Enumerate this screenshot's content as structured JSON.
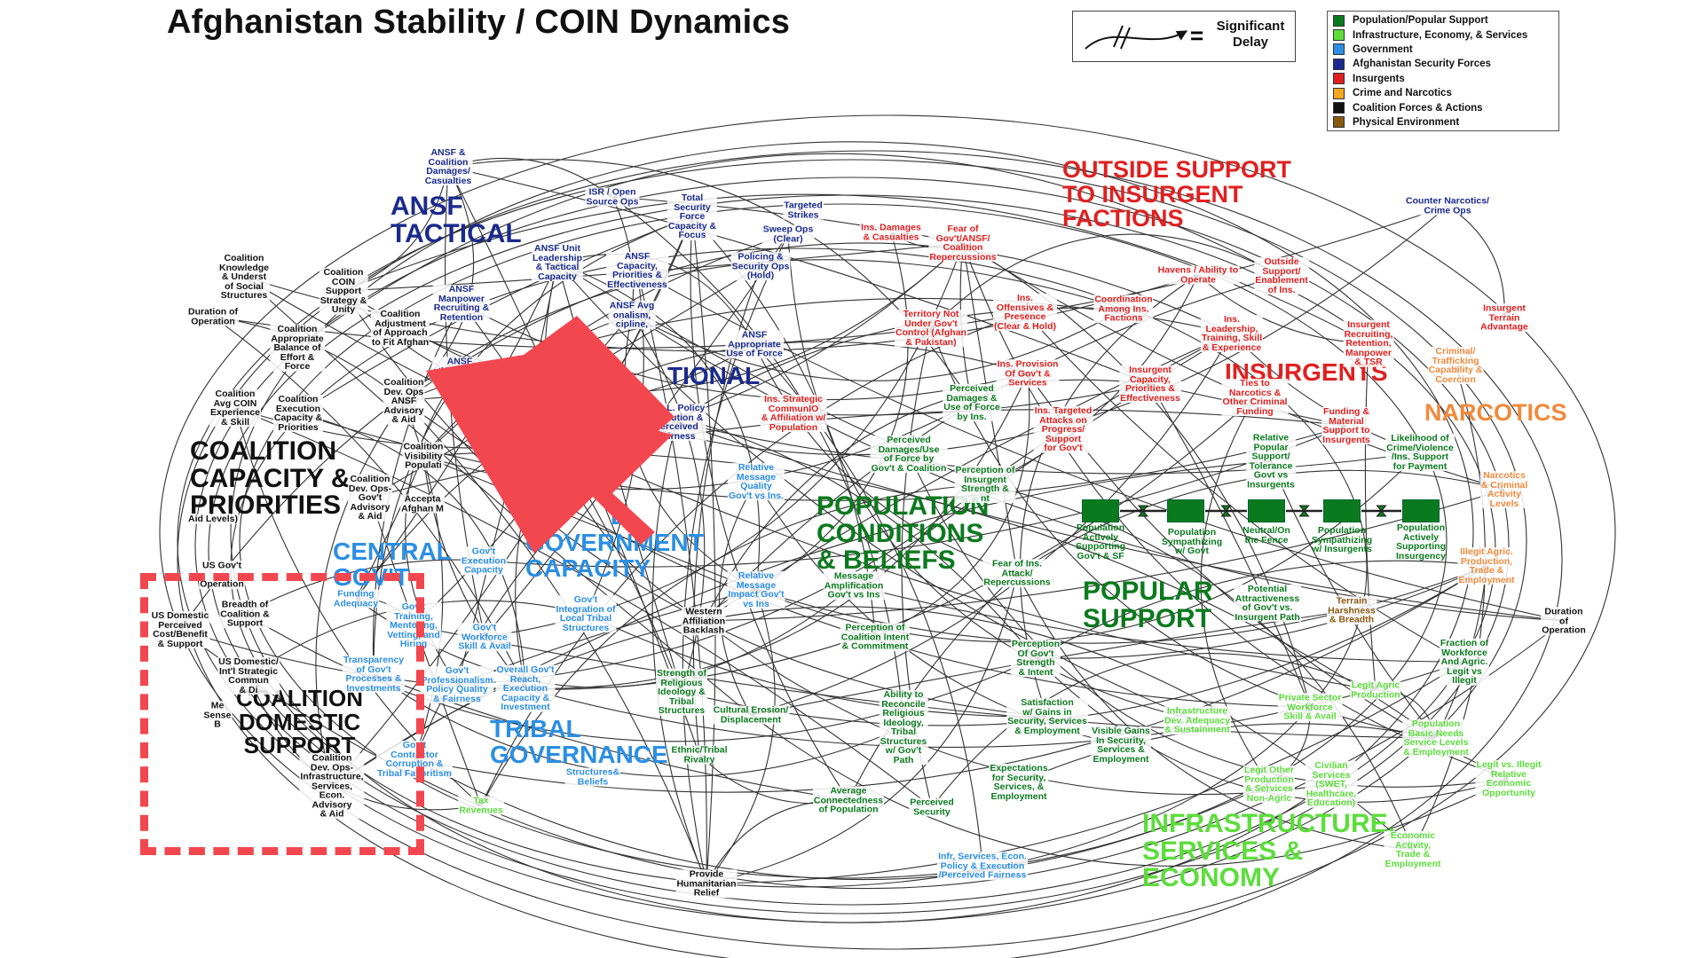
{
  "title": "Afghanistan Stability / COIN Dynamics",
  "delay_legend": {
    "equals": "=",
    "label_line1": "Significant",
    "label_line2": "Delay"
  },
  "legend": [
    {
      "label": "Population/Popular Support",
      "color": "#0b7a1e"
    },
    {
      "label": "Infrastructure, Economy, & Services",
      "color": "#5cdd3c"
    },
    {
      "label": "Government",
      "color": "#2b8fe3"
    },
    {
      "label": "Afghanistan Security Forces",
      "color": "#1a2a8c"
    },
    {
      "label": "Insurgents",
      "color": "#e02020"
    },
    {
      "label": "Crime and Narcotics",
      "color": "#f5a623"
    },
    {
      "label": "Coalition Forces & Actions",
      "color": "#111111"
    },
    {
      "label": "Physical Environment",
      "color": "#8a5a12"
    }
  ],
  "colors": {
    "population": "#0b7a1e",
    "infrastructure": "#5cdd3c",
    "government": "#2b8fe3",
    "ansf": "#1a2a8c",
    "insurgents": "#e02020",
    "narcotics": "#f08a3c",
    "coalition": "#111111",
    "environment": "#8a5a12",
    "highlight": "#f2474f"
  },
  "sections": {
    "ansf_tactical": "ANSF\nTACTICAL",
    "ansf_institutional": "TIONAL",
    "outside_support": "OUTSIDE SUPPORT\nTO INSURGENT\nFACTIONS",
    "insurgents": "INSURGENTS",
    "narcotics": "NARCOTICS",
    "coalition_capacity": "COALITION\nCAPACITY &\nPRIORITIES",
    "central_govt": "CENTRAL\nGOV'T",
    "govt_capacity": "GOVERNMENT\nCAPACITY",
    "govt_capacity_prefix": "L",
    "population_conditions": "POPULATION\nCONDITIONS\n& BELIEFS",
    "popular_support": "POPULAR\nSUPPORT",
    "coalition_domestic": "COALITION\nDOMESTIC\nSUPPORT",
    "tribal_governance": "TRIBAL\nGOVERNANCE",
    "infrastructure": "INFRASTRUCTURE,\nSERVICES &\nECONOMY"
  },
  "stocks": [
    {
      "label": "Population\nActively\nSupporting\nGov't & SF"
    },
    {
      "label": "Population\nSympathizing\nw/ Govt"
    },
    {
      "label": "Neutral/On\nthe Fence"
    },
    {
      "label": "Population\nSympathizing\nw/ Insurgents"
    },
    {
      "label": "Population\nActively\nSupporting\nInsurgency"
    }
  ],
  "nodes": {
    "ansf_damages": "ANSF &\nCoalition\nDamages/\nCasualties",
    "isr_ops": "ISR / Open\nSource Ops",
    "total_security": "Total\nSecurity\nForce\nCapacity &\nFocus",
    "targeted_strikes": "Targeted\nStrikes",
    "sweep_ops": "Sweep Ops\n(Clear)",
    "policing_ops": "Policing &\nSecurity Ops\n(Hold)",
    "ins_damages": "Ins. Damages\n& Casualties",
    "fear_repercussions": "Fear of\nGov't/ANSF/\nCoalition\nRepercussions",
    "ansf_unit_leadership": "ANSF Unit\nLeadership\n& Tactical\nCapacity",
    "ansf_capacity": "ANSF\nCapacity,\nPriorities &\nEffectiveness",
    "ansf_manpower": "ANSF\nManpower\nRecruiting &\nRetention",
    "ansf_avg_prof": "ANSF Avg\nonalism,\ncipline,",
    "ansf_force": "ANSF\nAppropriate\nUse of Force",
    "ansf_inst": "ANSF\nstitutional &\nution",
    "coalition_knowledge": "Coalition\nKnowledge\n& Underst\nof Social\nStructures",
    "coalition_coin": "Coalition\nCOIN\nSupport\nStrategy &\nUnity",
    "duration_left": "Duration of\nOperation",
    "coalition_adjust": "Coalition\nAdjustment\nof Approach\nto Fit Afghan",
    "coalition_balance": "Coalition\nAppropriate\nBalance of\nEffort &\nForce",
    "coalition_avg_coin": "Coalition\nAvg COIN\nExperience\n& Skill",
    "coalition_exec": "Coalition\nExecution\nCapacity &\nPriorities",
    "coalition_dev_ansf": "Coalition\nDev. Ops\nANSF\nAdvisory\n& Aid",
    "coalition_visib": "Coalition\nVisibility\nPopulati",
    "coalition_dev_govt": "Coalition\nDev. Ops-\nGov't\nAdvisory\n& Aid",
    "coalition_accept": "Accepta\nAfghan M",
    "aid_levels": "Aid Levels)",
    "us_govt_ops": "US Gov't\nor\nOperation",
    "us_domestic": "US Domestic\nPerceived\nCost/Benefit\n& Support",
    "breadth_support": "Breadth of\nCoalition &\nSupport",
    "us_intl": "US Domestic/\nInt'l Strategic\nCommun\n& Di",
    "me_sense": "Me\nSense\nB",
    "coalition_dev_infra": "Coalition\nDev. Ops-\nInfrastructure,\nServices,\nEcon.\nAdvisory\n& Aid",
    "funding_adequacy": "Funding\nAdequacy",
    "govt_training": "Gov't\nTraining,\nMentoring,\nVetting, and\nHiring",
    "transparency": "Transparency\nof Gov't\nProcesses &\nInvestments",
    "govt_contractor": "Gov't\nContractor\nCorruption &\nTribal Favoritism",
    "govt_exec_cap": "Gov't\nExecution\nCapacity",
    "govt_workforce": "Gov't\nWorkforce\nSkill & Avail",
    "govt_prof": "Gov't\nProfessionalism\nPolicy Quality\n& Fairness",
    "overall_govt": "Overall Gov't\nReach,\nExecution\nCapacity &\nInvestment",
    "tax_revenues": "Tax\nRevenues",
    "govt_integration": "Gov't\nIntegration of\nLocal Tribal\nStructures",
    "structures_beliefs": "Structures&\nBeliefs",
    "rol_policy": "R.O.L. Policy\nExecution &\nPerceived\nFairness",
    "relative_message_quality": "Relative\nMessage\nQuality\nGov't vs Ins.",
    "relative_message_impact": "Relative\nMessage\nImpact Gov't\nvs Ins",
    "western_affiliation": "Western\nAffiliation\nBacklash",
    "cultural_erosion": "Cultural Erosion/\nDisplacement",
    "strength_religious": "Strength of\nReligious\nIdeology &\nTribal\nStructures",
    "ethnic_tribal": "Ethnic/Tribal\nRivalry",
    "provide_humanitarian": "Provide\nHumanitarian\nRelief",
    "ins_strategic_comm": "Ins. Strategic\nCommunIO\n& Affiliation w/\nPopulation",
    "perceived_damages_use": "Perceived\nDamages/Use\nof Force by\nGov't & Coalition",
    "message_amp": "Message\nAmplification\nGov't vs Ins",
    "perception_coalition": "Perception of\nCoalition Intent\n& Commitment",
    "ability_reconcile": "Ability to\nReconcile\nReligious\nIdeology,\nTribal\nStructures\nw/ Gov't\nPath",
    "average_connectedness": "Average\nConnectedness\nof Population",
    "perceived_security": "Perceived\nSecurity",
    "infr_services": "Infr, Services, Econ.\nPolicy & Execution\n/Perceived Fairness",
    "territory_control": "Territory Not\nUnder Gov't\nControl (Afghan\n& Pakistan)",
    "ins_offensives": "Ins.\nOffensives &\nPresence\n(Clear & Hold)",
    "ins_provision": "Ins. Provision\nOf Gov't &\nServices",
    "perceived_damages_ins": "Perceived\nDamages &\nUse of Force\nby Ins.",
    "perception_ins_strength": "Perception of\nInsurgent\nStrength &\nnt",
    "ins_targeted_attacks": "Ins. Targeted\nAttacks on\nProgress/\nSupport\nfor Gov't",
    "fear_ins_attack": "Fear of Ins.\nAttack/\nRepercussions",
    "perception_govt_strength": "Perception\nOf Gov't\nStrength\n& Intent",
    "satisfaction_gains": "Satisfaction\nw/ Gains in\nSecurity, Services\n& Employment",
    "expectations_security": "Expectations\nfor Security,\nServices, &\nEmployment",
    "visible_gains": "Visible Gains\nIn Security,\nServices &\nEmployment",
    "havens": "Havens / Ability to\nOperate",
    "outside_support_node": "Outside\nSupport/\nEnablement\nof Ins.",
    "coordination_ins": "Coordination\nAmong Ins.\nFactions",
    "ins_leadership": "Ins.\nLeadership,\nTraining, Skill\n& Experience",
    "ins_capacity": "Insurgent\nCapacity,\nPriorities &\nEffectiveness",
    "ties_narcotics": "Ties to\nNarcotics &\nOther Criminal\nFunding",
    "funding_material": "Funding &\nMaterial\nSupport to\nInsurgents",
    "insurgent_recruiting": "Insurgent\nRecruiting,\nRetention,\nManpower\n& TSR",
    "relative_popular_support": "Relative\nPopular\nSupport/\nTolerance\nGovt vs\nInsurgents",
    "potential_attractiveness": "Potential\nAttractiveness\nof Gov't vs.\nInsurgent Path",
    "terrain_harshness": "Terrain\nHarshness\n& Breadth",
    "counter_narcotics": "Counter Narcotics/\nCrime Ops",
    "insurgent_terrain": "Insurgent\nTerrain\nAdvantage",
    "criminal_trafficking": "Criminal/\nTrafficking\nCapability &\nCoercion",
    "likelihood_crime": "Likelihood of\nCrime/Violence\n/Ins. Support\nfor Payment",
    "narcotics_criminal": "Narcotics\n& Criminal\nActivity\nLevels",
    "illegit_agric": "Illegit Agric.\nProduction,\nTrade &\nEmployment",
    "duration_right": "Duration\nof\nOperation",
    "fraction_workforce": "Fraction of\nWorkforce\nAnd Agric.\nLegit vs\nIllegit",
    "legit_agric": "Legit Agric\nProduction",
    "private_sector": "Private Sector\nWorkforce\nSkill & Avail",
    "infra_dev": "Infrastructure\nDev. Adequacy\n& Sustainment",
    "population_basic": "Population\nBasic Needs\nService Levels\n& Employment",
    "legit_vs_illegit": "Legit vs. Illegit\nRelative\nEconomic\nOpportunity",
    "legit_other": "Legit Other\nProduction\n& Services\nNon-Agric",
    "civilian_services": "Civilian\nServices\n(SWET,\nHealthcare,\nEducation)",
    "economic_activity": "Economic\nActivity,\nTrade &\nEmployment"
  }
}
